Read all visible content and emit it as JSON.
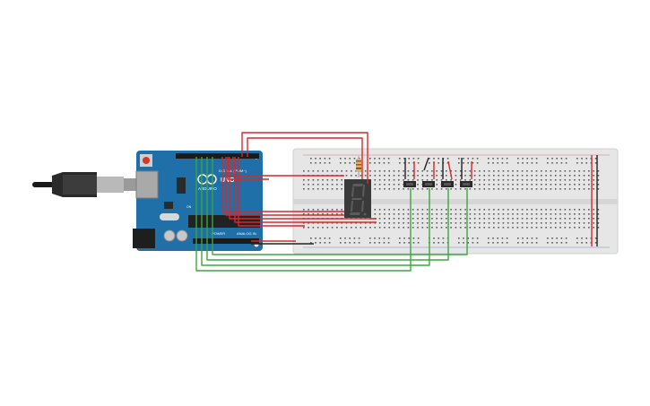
{
  "board": {
    "brand": "ARDUINO",
    "model": "UNO",
    "digital_label": "DIGITAL (PWM~)",
    "power_label": "POWER",
    "analog_label": "ANALOG IN",
    "on_label": "ON"
  },
  "display": {
    "digit": "8."
  },
  "colors": {
    "board": "#1f6fa8",
    "breadboard": "#e6e6e6",
    "wire_red": "#d42a2a",
    "wire_green": "#3aa83a",
    "wire_black": "#222222",
    "display_body": "#3a3a3a",
    "segment_off": "#5c5c5c"
  }
}
